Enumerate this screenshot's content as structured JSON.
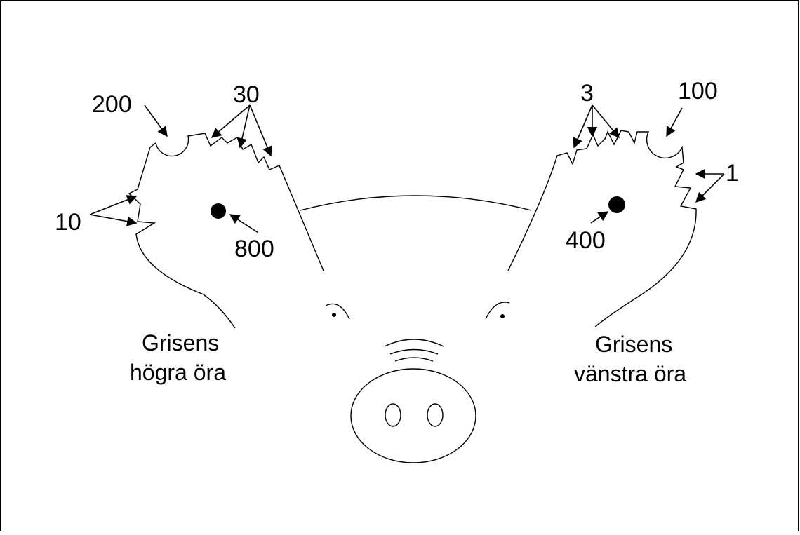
{
  "diagram": {
    "labels": {
      "right_ear_notch_hole": "200",
      "right_ear_top_notches": "30",
      "right_ear_side_notches": "10",
      "right_ear_hole": "800",
      "left_ear_notch_hole": "100",
      "left_ear_top_notches": "3",
      "left_ear_side_notches": "1",
      "left_ear_hole": "400"
    },
    "captions": {
      "right_ear_line1": "Grisens",
      "right_ear_line2": "högra öra",
      "left_ear_line1": "Grisens",
      "left_ear_line2": "vänstra öra"
    }
  }
}
